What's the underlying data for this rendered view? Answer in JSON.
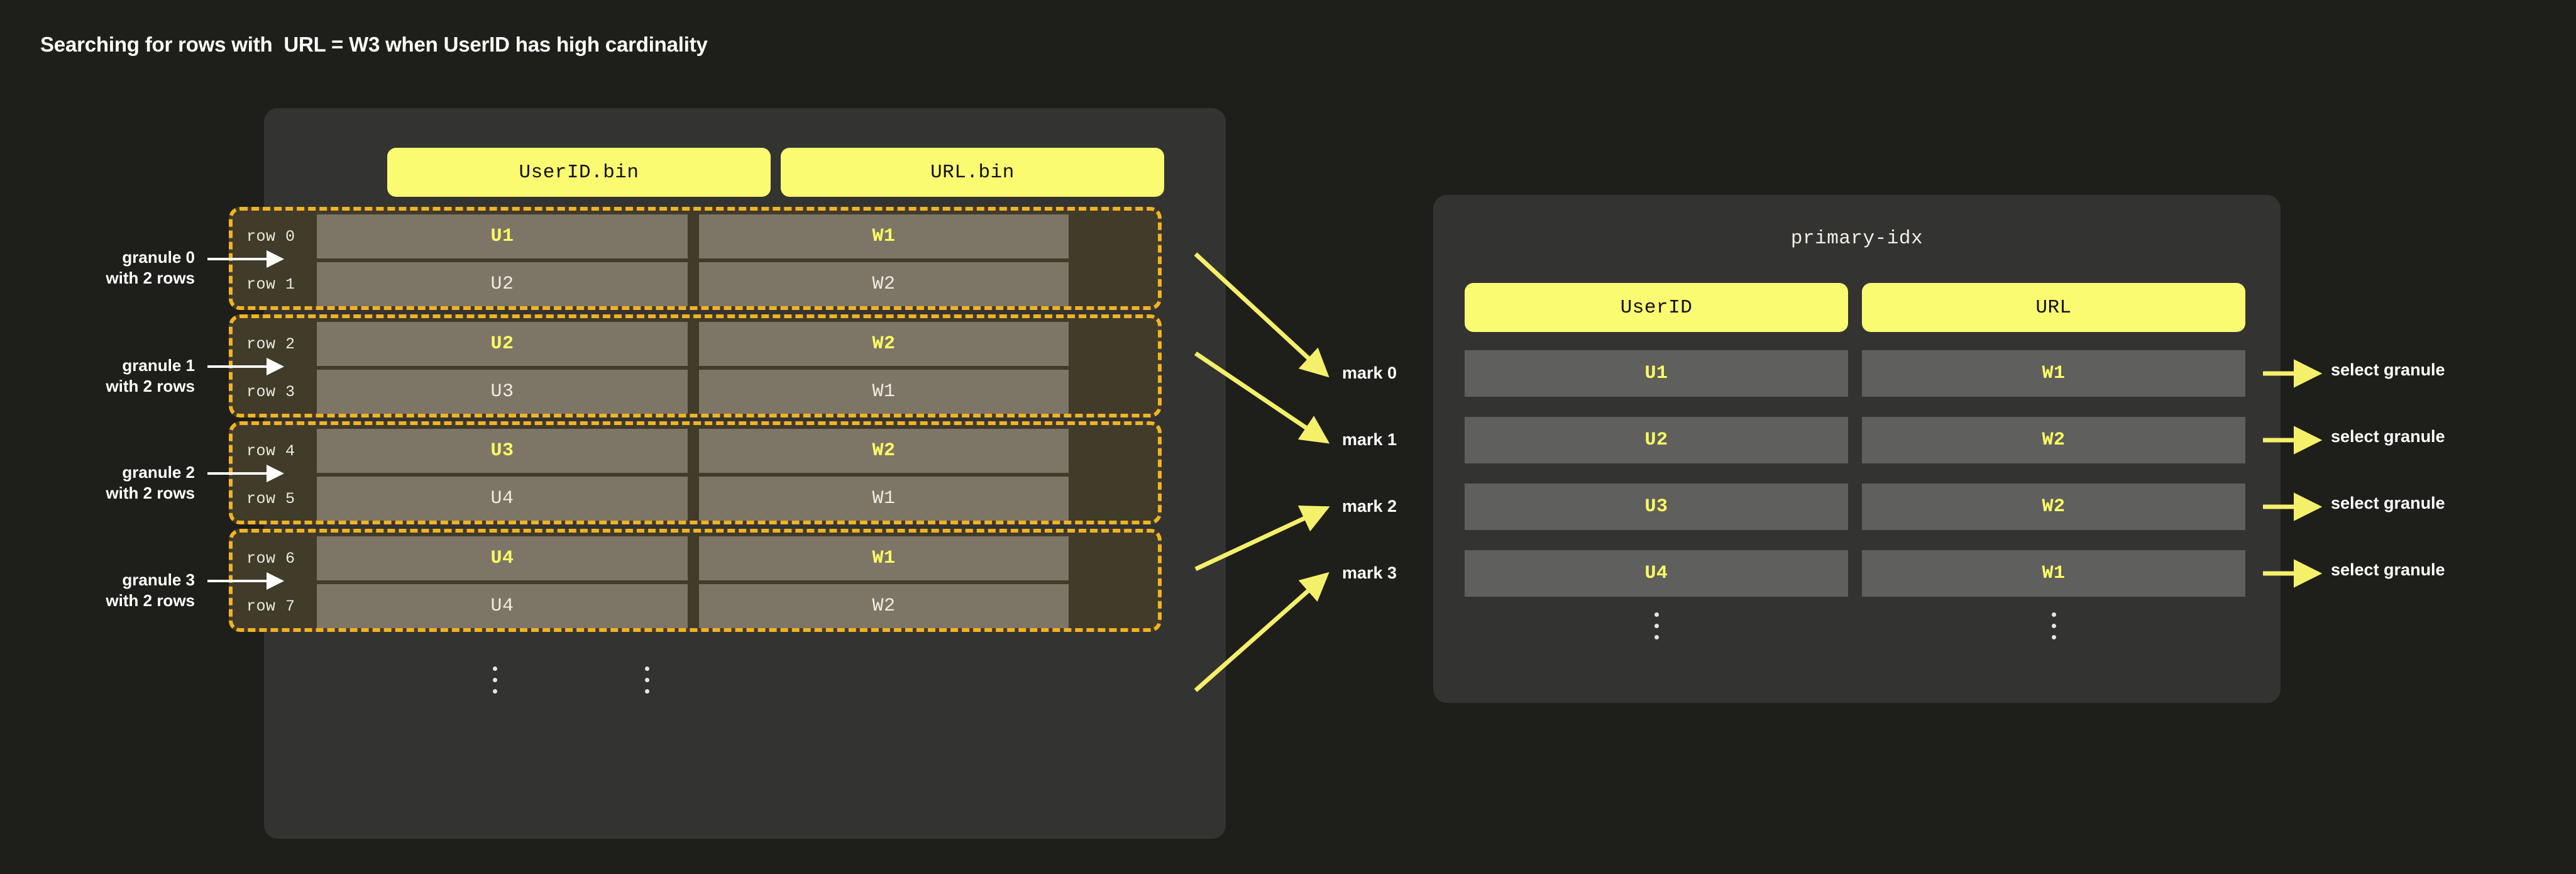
{
  "title": "Searching for rows with  URL = W3 when UserID has high cardinality",
  "colors": {
    "background": "#1e1e1b",
    "panel": "#333332",
    "accent_yellow": "#fbfb72",
    "highlight_text": "#fdfc63",
    "granule_border": "#f2b323",
    "granule_fill": "#413b29",
    "cell_fill": "#7d7566",
    "idx_cell_fill": "#5f5f5e",
    "arrow_yellow": "#f5f06a",
    "text_white": "#ffffff"
  },
  "left_panel": {
    "columns": [
      "UserID.bin",
      "URL.bin"
    ],
    "granules": [
      {
        "note": "granule 0\nwith 2 rows",
        "mark": "mark 0",
        "rows": [
          {
            "label": "row 0",
            "userid": "U1",
            "url": "W1",
            "highlight": true
          },
          {
            "label": "row 1",
            "userid": "U2",
            "url": "W2",
            "highlight": false
          }
        ]
      },
      {
        "note": "granule 1\nwith 2 rows",
        "mark": "mark 1",
        "rows": [
          {
            "label": "row 2",
            "userid": "U2",
            "url": "W2",
            "highlight": true
          },
          {
            "label": "row 3",
            "userid": "U3",
            "url": "W1",
            "highlight": false
          }
        ]
      },
      {
        "note": "granule 2\nwith 2 rows",
        "mark": "mark 2",
        "rows": [
          {
            "label": "row 4",
            "userid": "U3",
            "url": "W2",
            "highlight": true
          },
          {
            "label": "row 5",
            "userid": "U4",
            "url": "W1",
            "highlight": false
          }
        ]
      },
      {
        "note": "granule 3\nwith 2 rows",
        "mark": "mark 3",
        "rows": [
          {
            "label": "row 6",
            "userid": "U4",
            "url": "W1",
            "highlight": true
          },
          {
            "label": "row 7",
            "userid": "U4",
            "url": "W2",
            "highlight": false
          }
        ]
      }
    ],
    "ellipsis_icon": "vertical-ellipsis"
  },
  "right_panel": {
    "title": "primary-idx",
    "columns": [
      "UserID",
      "URL"
    ],
    "rows": [
      {
        "userid": "U1",
        "url": "W1",
        "action": "select granule"
      },
      {
        "userid": "U2",
        "url": "W2",
        "action": "select granule"
      },
      {
        "userid": "U3",
        "url": "W2",
        "action": "select granule"
      },
      {
        "userid": "U4",
        "url": "W1",
        "action": "select granule"
      }
    ],
    "ellipsis_icon": "vertical-ellipsis"
  }
}
